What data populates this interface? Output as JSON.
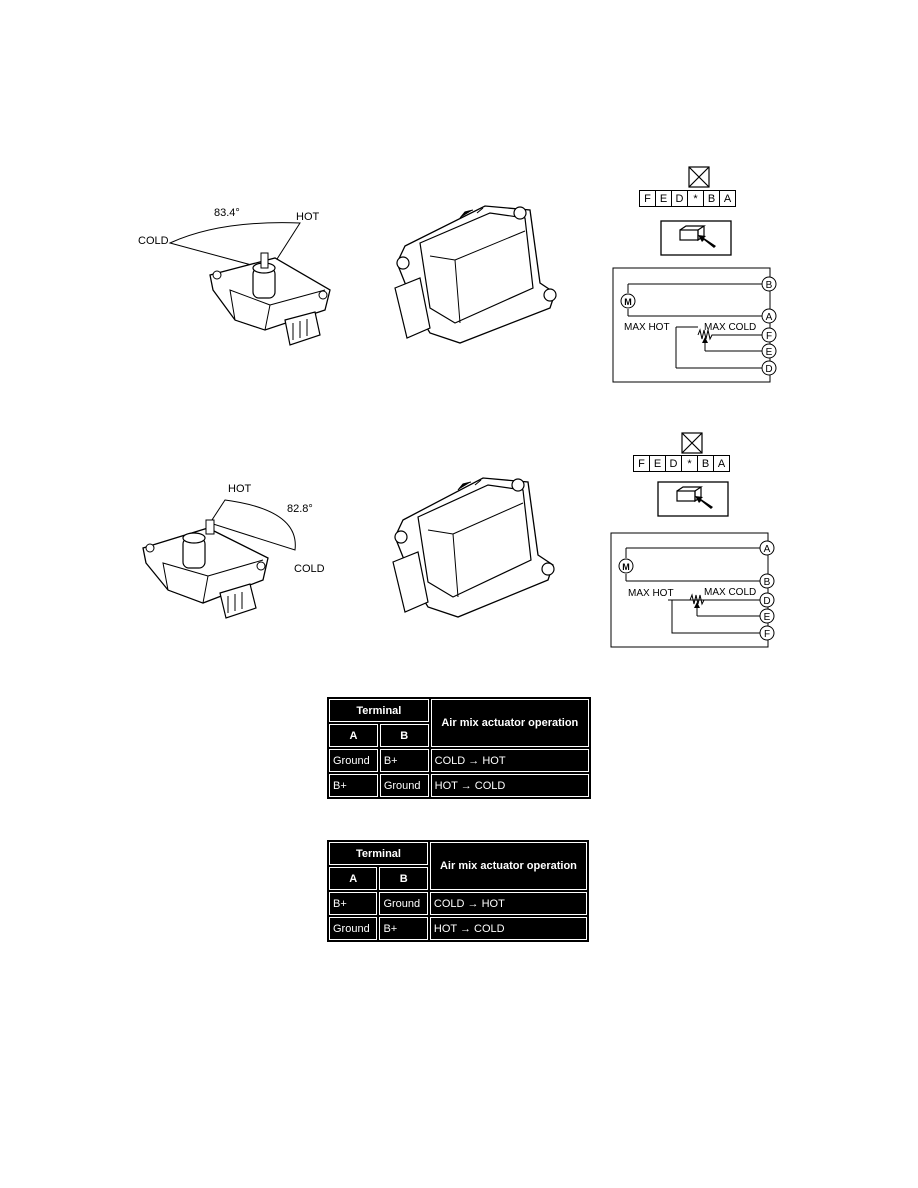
{
  "diagram1": {
    "angle": "83.4°",
    "hot_label": "HOT",
    "cold_label": "COLD",
    "connector_pins": [
      "F",
      "E",
      "D",
      "*",
      "B",
      "A"
    ],
    "terminal_top": "B",
    "terminal_2": "A",
    "terminal_3": "F",
    "terminal_4": "E",
    "terminal_5": "D",
    "max_hot": "MAX HOT",
    "max_cold": "MAX COLD",
    "motor": "M"
  },
  "diagram2": {
    "angle": "82.8°",
    "hot_label": "HOT",
    "cold_label": "COLD",
    "connector_pins": [
      "F",
      "E",
      "D",
      "*",
      "B",
      "A"
    ],
    "terminal_top": "A",
    "terminal_2": "B",
    "terminal_3": "D",
    "terminal_4": "E",
    "terminal_5": "F",
    "max_hot": "MAX HOT",
    "max_cold": "MAX COLD",
    "motor": "M"
  },
  "table1": {
    "header_terminal": "Terminal",
    "header_a": "A",
    "header_b": "B",
    "header_operation": "Air mix actuator operation",
    "rows": [
      {
        "a": "Ground",
        "b": "B+",
        "op": "COLD → HOT"
      },
      {
        "a": "B+",
        "b": "Ground",
        "op": "HOT → COLD"
      }
    ]
  },
  "table2": {
    "header_terminal": "Terminal",
    "header_a": "A",
    "header_b": "B",
    "header_operation": "Air mix actuator operation",
    "rows": [
      {
        "a": "B+",
        "b": "Ground",
        "op": "COLD → HOT"
      },
      {
        "a": "Ground",
        "b": "B+",
        "op": "HOT → COLD"
      }
    ]
  }
}
